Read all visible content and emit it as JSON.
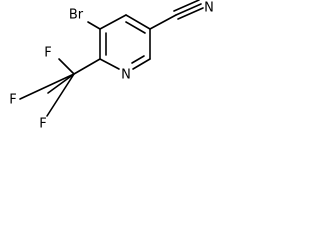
{
  "molecule": {
    "atoms": {
      "bromine": "Br",
      "ring_nitrogen": "N",
      "nitrile_nitrogen": "N",
      "fluorine_top": "F",
      "fluorine_left": "F",
      "fluorine_bottom": "F"
    },
    "bond_color": "#000000",
    "label_color": "#000000"
  }
}
